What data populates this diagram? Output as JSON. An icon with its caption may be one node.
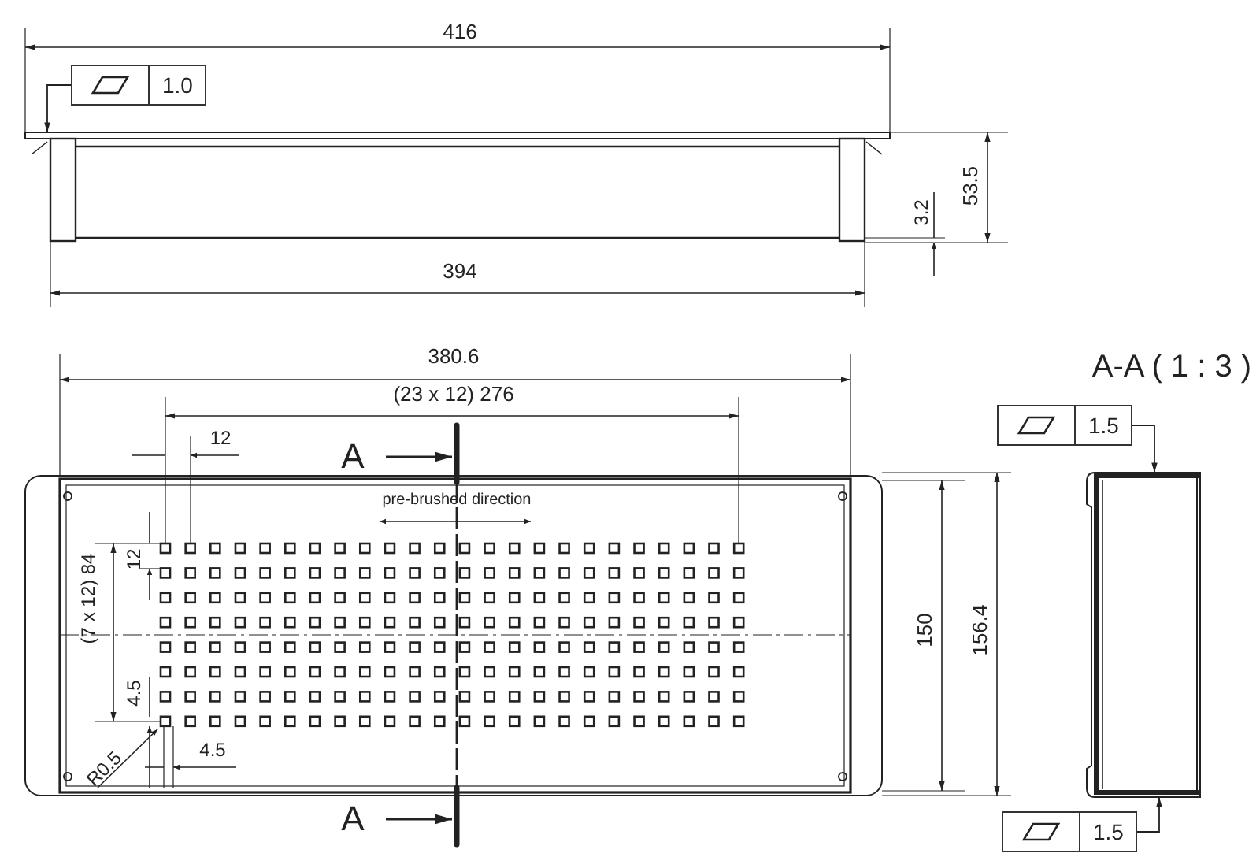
{
  "diagram": {
    "nodes": [
      {
        "text": [
          "1.0"
        ]
      },
      {
        "text": [],
        "shape": "picture"
      },
      {
        "text": [
          "1.5"
        ]
      },
      {
        "text": [],
        "shape": "picture"
      },
      {
        "text": [
          "1.5"
        ]
      }
    ],
    "edges": [
      {
        "from": 0,
        "to": 1,
        "arrow": "to"
      },
      {
        "from": 2,
        "to": 3,
        "arrow": "to"
      },
      {
        "from": 4,
        "to": 3,
        "arrow": "to"
      }
    ],
    "labels": [
      "416",
      "53.5",
      "3.2",
      "394",
      "380.6",
      "A-A ( 1 : 3 )",
      "(23 x 12) 276",
      "12",
      "A",
      "pre-brushed direction",
      "12",
      "(7 x 12) 84",
      "150",
      "156.4",
      "4.5",
      "R0.5",
      "4.5",
      "A"
    ]
  }
}
